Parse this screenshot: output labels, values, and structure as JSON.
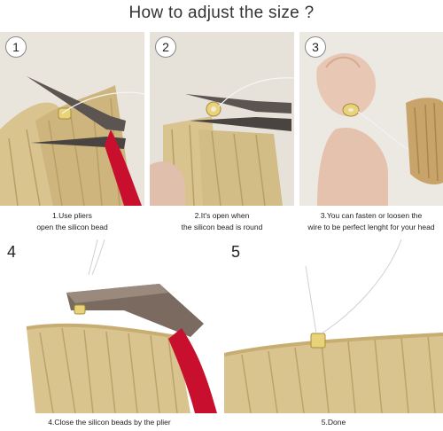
{
  "title": "How  to adjust the size ?",
  "steps": [
    {
      "number": "1",
      "line1": "1.Use pliers",
      "line2": "open the silicon bead"
    },
    {
      "number": "2",
      "line1": "2.It's open when",
      "line2": "the silicon bead is round"
    },
    {
      "number": "3",
      "line1": "3.You can fasten or loosen the",
      "line2": "wire to be perfect lenght for your head"
    },
    {
      "number": "4",
      "line1": "4.Close the silicon beads by the plier"
    },
    {
      "number": "5",
      "line1": "5.Done"
    }
  ],
  "colors": {
    "hair": "#d9c38e",
    "plier": "#5b5450",
    "handle": "#c8102e",
    "bead": "#e8d27a",
    "skin": "#e8c8b4"
  },
  "icons": [
    "pliers-icon",
    "silicon-bead-icon",
    "wire-icon",
    "fingers-icon",
    "hair-weft-icon"
  ]
}
